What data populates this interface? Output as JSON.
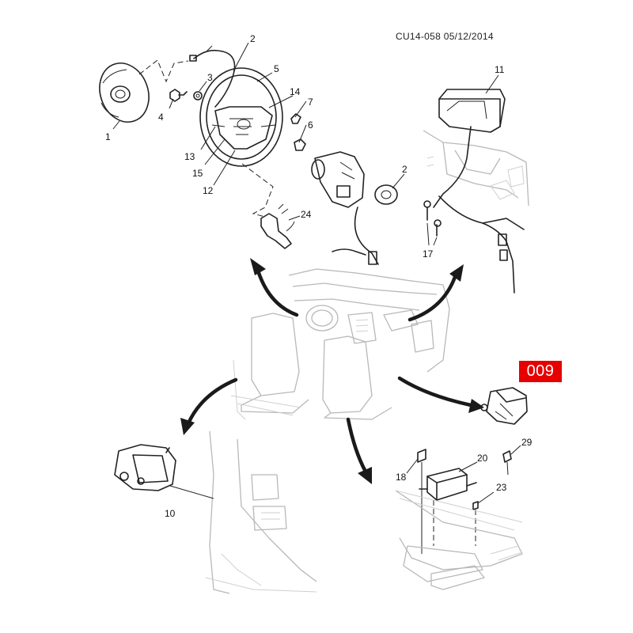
{
  "header": {
    "code_date": "CU14-058  05/12/2014"
  },
  "badge": {
    "label": "009",
    "color": "#e60000"
  },
  "callouts": {
    "c1": "1",
    "c2a": "2",
    "c2b": "2",
    "c3": "3",
    "c4": "4",
    "c5": "5",
    "c6": "6",
    "c7": "7",
    "c10": "10",
    "c11": "11",
    "c12": "12",
    "c13": "13",
    "c14": "14",
    "c15": "15",
    "c17": "17",
    "c18": "18",
    "c20": "20",
    "c23": "23",
    "c24": "24",
    "c29": "29"
  }
}
